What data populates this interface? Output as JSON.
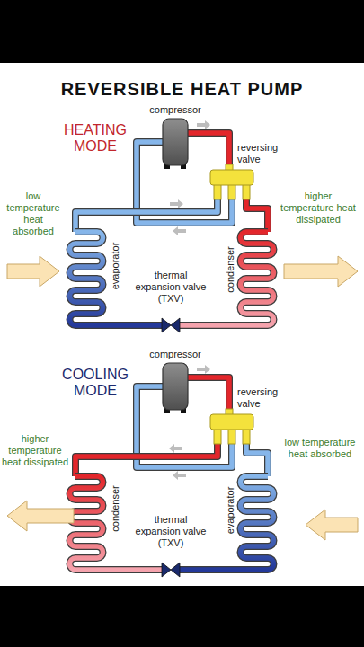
{
  "diagram": {
    "title": "REVERSIBLE HEAT PUMP",
    "labels": [
      "HEATING MODE",
      "compressor",
      "reversing valve",
      "low temperature heat absorbed",
      "higher temperature heat dissipated",
      "evaporator",
      "condenser",
      "thermal expansion valve (TXV)",
      "COOLING MODE",
      "compressor",
      "reversing valve",
      "higher temperature heat dissipated",
      "low temperature heat absorbed",
      "condenser",
      "evaporator",
      "thermal expansion valve (TXV)"
    ]
  }
}
